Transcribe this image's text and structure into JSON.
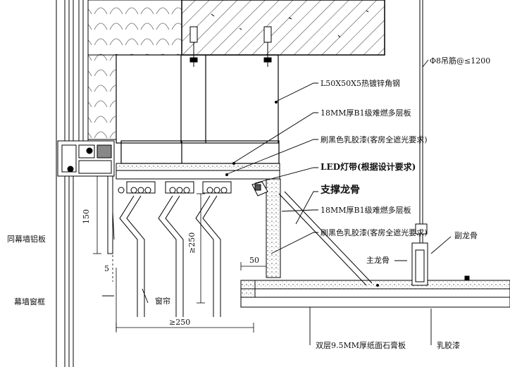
{
  "labels": {
    "l50_angle": "L50X50X5热镀锌角钢",
    "board_top": "18MM厚B1级难燃多层板",
    "paint_top": "刷黑色乳胶漆(客房全遮光要求)",
    "led_strip": "LED灯带(根据设计要求)",
    "support_keel": "支撑龙骨",
    "board_mid": "18MM厚B1级难燃多层板",
    "paint_mid": "刷黑色乳胶漆(客房全遮光要求)",
    "main_keel": "主龙骨",
    "sub_keel": "副龙骨",
    "hanger": "Φ8吊筋@≤1200",
    "curtain_wall_panel": "同幕墙铝板",
    "curtain_wall_frame": "幕墙窗框",
    "curtain": "窗帘",
    "gypsum": "双层9.5MM厚纸面石膏板",
    "latex": "乳胶漆"
  },
  "dims": {
    "d150": "150",
    "d250": "≥250",
    "d250b": "≥250",
    "d50": "50",
    "d5": "5"
  }
}
